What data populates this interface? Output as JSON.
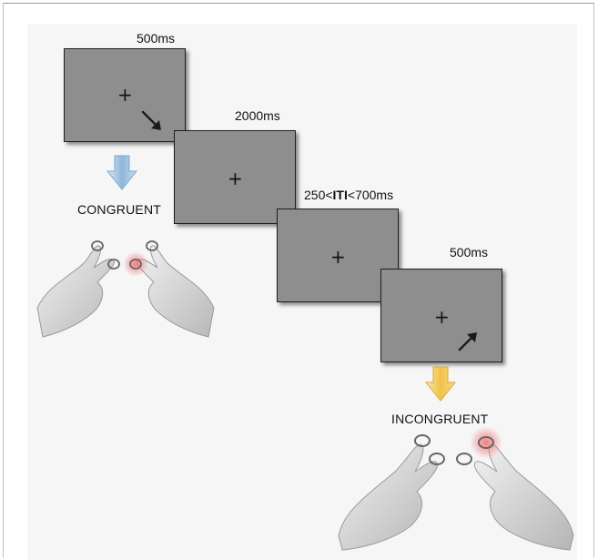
{
  "trial": {
    "screen1_duration": "500ms",
    "screen2_duration": "2000ms",
    "screen3_duration_prefix": "250<",
    "screen3_duration_emph": "ITI",
    "screen3_duration_suffix": "<700ms",
    "screen4_duration": "500ms",
    "fixation_symbol": "+"
  },
  "conditions": {
    "congruent_label": "CONGRUENT",
    "incongruent_label": "INCONGRUENT"
  },
  "colors": {
    "screen_fill": "#8e8e8e",
    "congruent_arrow": "#8fb6dc",
    "incongruent_arrow": "#f0c24a",
    "pressed_key_glow": "#f26a6a",
    "background": "#f6f6f6"
  },
  "icons": {
    "prime_arrow_1": "arrow-down-right-icon",
    "prime_arrow_4": "arrow-up-right-icon",
    "condition_arrows": "down-arrow-icon",
    "hands": "hand-two-fingers-icon"
  }
}
